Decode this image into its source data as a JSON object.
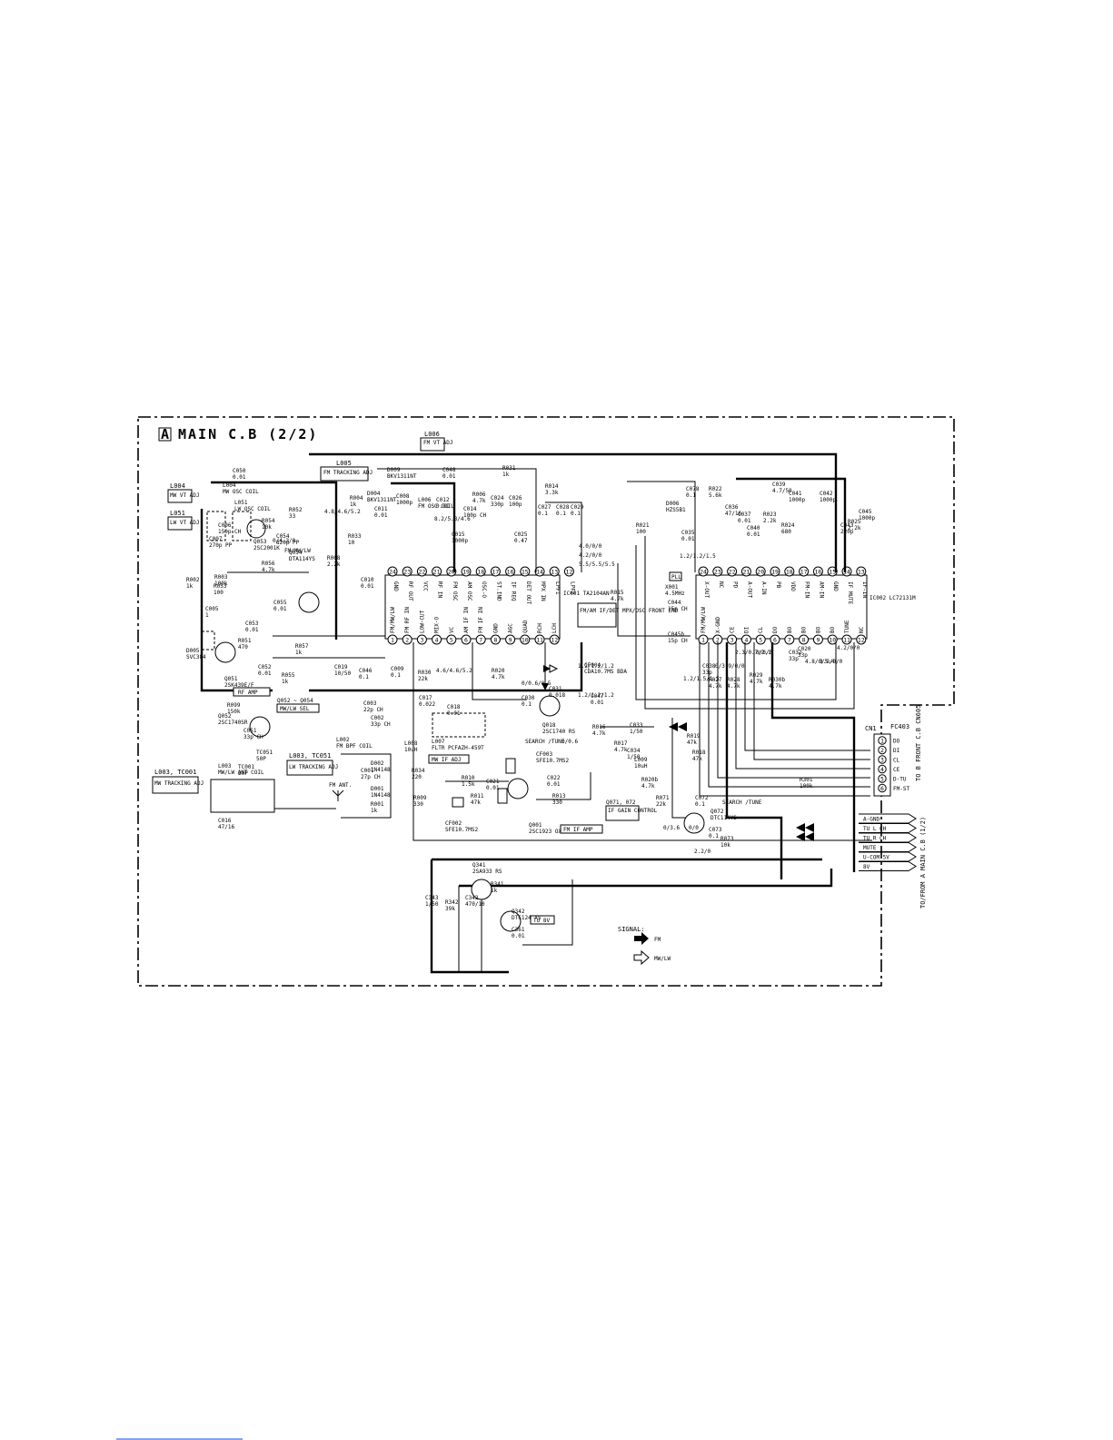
{
  "page_footer_underline": true,
  "board": {
    "box_letter": "A",
    "title": "MAIN C.B  (2/2)"
  },
  "adjust_labels": [
    {
      "id": "L006",
      "text": "FM VT ADJ"
    },
    {
      "id": "L005",
      "text": "FM TRACKING ADJ"
    },
    {
      "id": "L004",
      "text": "MW VT ADJ"
    },
    {
      "id": "L051",
      "text": "LW VT ADJ"
    },
    {
      "id": "L003",
      "text": "LW TRACKING ADJ"
    },
    {
      "id": "L003_TC001",
      "text": "MW TRACKING ADJ"
    }
  ],
  "ic001": {
    "ref": "IC001 TA2104AN",
    "desc": "FM/AM IF/DET MPX/OSC FRONT END",
    "top_pins": [
      {
        "n": "24",
        "name": "GND"
      },
      {
        "n": "23",
        "name": "RF OUT"
      },
      {
        "n": "22",
        "name": "VCC"
      },
      {
        "n": "21",
        "name": "RF IN"
      },
      {
        "n": "20",
        "name": "FM OSC"
      },
      {
        "n": "19",
        "name": "AM OSC"
      },
      {
        "n": "18",
        "name": "OSC-O"
      },
      {
        "n": "17",
        "name": "ST.IND"
      },
      {
        "n": "16",
        "name": "IF REQ"
      },
      {
        "n": "15",
        "name": "DET OUT"
      },
      {
        "n": "14",
        "name": "MPX IN"
      },
      {
        "n": "13",
        "name": "LPF1"
      }
    ],
    "top_pins_extra": [
      {
        "n": "12",
        "name": "LPF2"
      }
    ],
    "bottom_pins": [
      {
        "n": "1",
        "name": "FM/MW/LW"
      },
      {
        "n": "2",
        "name": "FM RF IN"
      },
      {
        "n": "3",
        "name": "LOW-CUT"
      },
      {
        "n": "4",
        "name": "MIX-O"
      },
      {
        "n": "5",
        "name": "VC"
      },
      {
        "n": "6",
        "name": "AM IF IN"
      },
      {
        "n": "7",
        "name": "FM IF IN"
      },
      {
        "n": "8",
        "name": "GND"
      },
      {
        "n": "9",
        "name": "AGC"
      },
      {
        "n": "10",
        "name": "QUAD"
      },
      {
        "n": "11",
        "name": "RCH"
      },
      {
        "n": "12",
        "name": "LCH"
      }
    ]
  },
  "ic002": {
    "ref": "IC002 LC72131M",
    "top_pins": [
      {
        "n": "24",
        "name": "X-OUT"
      },
      {
        "n": "23",
        "name": "NC"
      },
      {
        "n": "22",
        "name": "PD"
      },
      {
        "n": "21",
        "name": "A-OUT"
      },
      {
        "n": "20",
        "name": "A-IN"
      },
      {
        "n": "19",
        "name": "PB"
      },
      {
        "n": "18",
        "name": "VDD"
      },
      {
        "n": "17",
        "name": "FM-IN"
      },
      {
        "n": "16",
        "name": "AM-IN"
      },
      {
        "n": "15",
        "name": "GND"
      },
      {
        "n": "14",
        "name": "IF MUTE"
      },
      {
        "n": "13",
        "name": "IF-IN"
      }
    ],
    "bottom_pins": [
      {
        "n": "1",
        "name": "FM/MW/LW"
      },
      {
        "n": "2",
        "name": "X-GND"
      },
      {
        "n": "3",
        "name": "CE"
      },
      {
        "n": "4",
        "name": "DI"
      },
      {
        "n": "5",
        "name": "CL"
      },
      {
        "n": "6",
        "name": "DO"
      },
      {
        "n": "7",
        "name": "BO"
      },
      {
        "n": "8",
        "name": "BO"
      },
      {
        "n": "9",
        "name": "BO"
      },
      {
        "n": "10",
        "name": "BO"
      },
      {
        "n": "11",
        "name": "TUNE"
      },
      {
        "n": "12",
        "name": "NC"
      }
    ]
  },
  "components": [
    {
      "ref": "C050",
      "val": "0.01"
    },
    {
      "ref": "L004",
      "val": "MW OSC COIL"
    },
    {
      "ref": "L051",
      "val": "LW OSC COIL"
    },
    {
      "ref": "R054",
      "val": "10k"
    },
    {
      "ref": "R052",
      "val": "33"
    },
    {
      "ref": "C054",
      "val": "820p PP"
    },
    {
      "ref": "C006",
      "val": "150p CH"
    },
    {
      "ref": "C007",
      "val": "270p PP"
    },
    {
      "ref": "Q053",
      "val": "2SC2001K"
    },
    {
      "ref": "Q054",
      "val": "DTA114YS"
    },
    {
      "ref": "R002",
      "val": "1k"
    },
    {
      "ref": "R053",
      "val": "100"
    },
    {
      "ref": "R056",
      "val": "4.7k"
    },
    {
      "ref": "R003",
      "val": "100k"
    },
    {
      "ref": "C055",
      "val": "0.01"
    },
    {
      "ref": "C005",
      "val": "1"
    },
    {
      "ref": "C053",
      "val": "0.01"
    },
    {
      "ref": "R051",
      "val": "470"
    },
    {
      "ref": "R057",
      "val": "1k"
    },
    {
      "ref": "C052",
      "val": "0.01"
    },
    {
      "ref": "Q051",
      "val": "2SK439E/F"
    },
    {
      "ref": "R099",
      "val": "150k"
    },
    {
      "ref": "R055",
      "val": "1k"
    },
    {
      "ref": "D005",
      "val": "SVC384"
    },
    {
      "ref": "Q052",
      "val": "2SC1740SR"
    },
    {
      "ref": "C051",
      "val": "33p CH"
    },
    {
      "ref": "TC051",
      "val": "50P"
    },
    {
      "ref": "TC001",
      "val": "20P"
    },
    {
      "ref": "L003",
      "val": "MW/LW ANT COIL"
    },
    {
      "ref": "C016",
      "val": "47/16"
    },
    {
      "ref": "R033",
      "val": "10"
    },
    {
      "ref": "R008",
      "val": "2.2k"
    },
    {
      "ref": "C010",
      "val": "0.01"
    },
    {
      "ref": "R004",
      "val": "1k"
    },
    {
      "ref": "D004",
      "val": "BKV1311NT"
    },
    {
      "ref": "D009",
      "val": "BKV1311NT"
    },
    {
      "ref": "C048",
      "val": "0.01"
    },
    {
      "ref": "C008",
      "val": "1000p"
    },
    {
      "ref": "C011",
      "val": "0.01"
    },
    {
      "ref": "L006",
      "val": "FM OSC COIL"
    },
    {
      "ref": "C012",
      "val": "0.01"
    },
    {
      "ref": "C014",
      "val": "100p CH"
    },
    {
      "ref": "C015",
      "val": "1000p"
    },
    {
      "ref": "R006",
      "val": "4.7k"
    },
    {
      "ref": "R031",
      "val": "1k"
    },
    {
      "ref": "C024",
      "val": "330p"
    },
    {
      "ref": "C026",
      "val": "100p"
    },
    {
      "ref": "R014",
      "val": "3.3k"
    },
    {
      "ref": "C027",
      "val": "0.1"
    },
    {
      "ref": "C028",
      "val": "0.1"
    },
    {
      "ref": "C029",
      "val": "0.1"
    },
    {
      "ref": "C025",
      "val": "0.47"
    },
    {
      "ref": "R015",
      "val": "4.7k"
    },
    {
      "ref": "C019",
      "val": "10/50"
    },
    {
      "ref": "C046",
      "val": "0.1"
    },
    {
      "ref": "C009",
      "val": "0.1"
    },
    {
      "ref": "R030",
      "val": "22k"
    },
    {
      "ref": "C017",
      "val": "0.022"
    },
    {
      "ref": "C018",
      "val": "0.01"
    },
    {
      "ref": "C003",
      "val": "22p CH"
    },
    {
      "ref": "C002",
      "val": "33p CH"
    },
    {
      "ref": "L002",
      "val": "FM BPF COIL"
    },
    {
      "ref": "C001",
      "val": "27p CH"
    },
    {
      "ref": "D002",
      "val": "1N4148"
    },
    {
      "ref": "D001",
      "val": "1N4148"
    },
    {
      "ref": "R001",
      "val": "1k"
    },
    {
      "ref": "L008",
      "val": "10uH"
    },
    {
      "ref": "R034",
      "val": "220"
    },
    {
      "ref": "R009",
      "val": "330"
    },
    {
      "ref": "L007",
      "val": "FLTR PCFAZH-459T"
    },
    {
      "ref": "CF002",
      "val": "SFE10.7MS2"
    },
    {
      "ref": "R010",
      "val": "1.5k"
    },
    {
      "ref": "C021",
      "val": "0.01"
    },
    {
      "ref": "R011",
      "val": "47k"
    },
    {
      "ref": "Q001",
      "val": "2SC1923 OX"
    },
    {
      "ref": "R013",
      "val": "330"
    },
    {
      "ref": "C022",
      "val": "0.01"
    },
    {
      "ref": "CF003",
      "val": "SFE10.7MS2"
    },
    {
      "ref": "R020",
      "val": "4.7k"
    },
    {
      "ref": "C030",
      "val": "0.1"
    },
    {
      "ref": "Q018",
      "val": "2SC1740 RS"
    },
    {
      "ref": "C031",
      "val": "0.018"
    },
    {
      "ref": "CF004",
      "val": "CDA10.7MS BDA"
    },
    {
      "ref": "C047",
      "val": "0.01"
    },
    {
      "ref": "R016",
      "val": "4.7k"
    },
    {
      "ref": "R017",
      "val": "4.7k"
    },
    {
      "ref": "C033",
      "val": "1/50"
    },
    {
      "ref": "C034",
      "val": "1/50"
    },
    {
      "ref": "R019",
      "val": "47k"
    },
    {
      "ref": "R018",
      "val": "47k"
    },
    {
      "ref": "L009",
      "val": "10uH"
    },
    {
      "ref": "R021",
      "val": "100"
    },
    {
      "ref": "C078",
      "val": "0.1"
    },
    {
      "ref": "R022",
      "val": "5.6k"
    },
    {
      "ref": "D006",
      "val": "HZS5B1"
    },
    {
      "ref": "C036",
      "val": "47/16"
    },
    {
      "ref": "C039",
      "val": "4.7/50"
    },
    {
      "ref": "R023",
      "val": "2.2k"
    },
    {
      "ref": "C041",
      "val": "1000p"
    },
    {
      "ref": "C042",
      "val": "1000p"
    },
    {
      "ref": "C043",
      "val": "220p"
    },
    {
      "ref": "R025",
      "val": "2.2k"
    },
    {
      "ref": "C045",
      "val": "1000p"
    },
    {
      "ref": "C040",
      "val": "0.01"
    },
    {
      "ref": "R024",
      "val": "680"
    },
    {
      "ref": "C037",
      "val": "0.01"
    },
    {
      "ref": "C035",
      "val": "0.01"
    },
    {
      "ref": "C044",
      "val": "15p CH"
    },
    {
      "ref": "X001",
      "val": "4.5MHz"
    },
    {
      "ref": "C045b",
      "val": "15p CH"
    },
    {
      "ref": "R027",
      "val": "4.7k"
    },
    {
      "ref": "R028",
      "val": "4.7k"
    },
    {
      "ref": "R029",
      "val": "4.7k"
    },
    {
      "ref": "R030b",
      "val": "4.7k"
    },
    {
      "ref": "C038",
      "val": "33p"
    },
    {
      "ref": "C032",
      "val": "33p"
    },
    {
      "ref": "C020",
      "val": "33p"
    },
    {
      "ref": "R071",
      "val": "22k"
    },
    {
      "ref": "C072",
      "val": "0.1"
    },
    {
      "ref": "Q072",
      "val": "DTC114YS"
    },
    {
      "ref": "C073",
      "val": "0.1"
    },
    {
      "ref": "R073",
      "val": "10k"
    },
    {
      "ref": "R020b",
      "val": "4.7k"
    },
    {
      "ref": "R301",
      "val": "100k"
    },
    {
      "ref": "Q341",
      "val": "2SA933 RS"
    },
    {
      "ref": "R341",
      "val": "1k"
    },
    {
      "ref": "Q342",
      "val": "DTC124 XS"
    },
    {
      "ref": "C361",
      "val": "0.01"
    },
    {
      "ref": "C342",
      "val": "470/10"
    },
    {
      "ref": "R342",
      "val": "39k"
    },
    {
      "ref": "C343",
      "val": "1/50"
    }
  ],
  "function_labels": [
    {
      "id": "rf_amp",
      "text": "RF AMP"
    },
    {
      "id": "mwlw_sel",
      "text": "MW/LW SEL"
    },
    {
      "id": "q052_054",
      "text": "Q052 ~ Q054"
    },
    {
      "id": "mw_if_adj",
      "text": "MW IF ADJ"
    },
    {
      "id": "fm_if_amp",
      "text": "FM IF AMP"
    },
    {
      "id": "if_gain",
      "text": "IF GAIN CONTROL"
    },
    {
      "id": "q071_072",
      "text": "Q071, 072"
    },
    {
      "id": "search_tune1",
      "text": "SEARCH /TUNE"
    },
    {
      "id": "search_tune2",
      "text": "SEARCH /TUNE"
    },
    {
      "id": "tu8v",
      "text": "TU 8V"
    },
    {
      "id": "pll",
      "text": "PLL"
    },
    {
      "id": "fm_ant",
      "text": "FM ANT."
    },
    {
      "id": "fmmwlw",
      "text": "FM/MW/LW"
    }
  ],
  "voltages": [
    "4.2/0/0",
    "4.0/0/0",
    "5.5/5.5/5.5",
    "1.2/1.2/1.2",
    "1.2/1.2/1.2",
    "0/0.6",
    "0/0",
    "2.2/0",
    "0/3.6",
    "0/4.3/0",
    "0/0.6/0.5",
    "4.8/4.6/5.2",
    "4.6/4.6/5.2",
    "8.2/5.8/4.6",
    "1.2/1.2/1.5",
    "1.2/1.5/1.5",
    "0/0/0",
    "4.2/0/0",
    "3.9/0/0",
    "4.8/0/5.4",
    "2.3/0.7/2.1",
    "0/3.9/0/0"
  ],
  "cn1": {
    "ref": "CN1",
    "connector": "FC403",
    "pins": [
      {
        "n": "1",
        "name": "DO"
      },
      {
        "n": "2",
        "name": "DI"
      },
      {
        "n": "3",
        "name": "CL"
      },
      {
        "n": "4",
        "name": "CE"
      },
      {
        "n": "5",
        "name": "D-TU"
      },
      {
        "n": "6",
        "name": "FM-ST"
      }
    ],
    "to_label": "TO B FRONT C.B CN605"
  },
  "bus": {
    "lines": [
      "A-GND",
      "TU L CH",
      "TU R CH",
      "MUTE",
      "U-COM 5V",
      "8V"
    ],
    "to_label": "TO/FROM A MAIN C.B (1/2)"
  },
  "legend": {
    "title": "SIGNAL:",
    "items": [
      {
        "text": "FM"
      },
      {
        "text": "MW/LW"
      }
    ]
  }
}
